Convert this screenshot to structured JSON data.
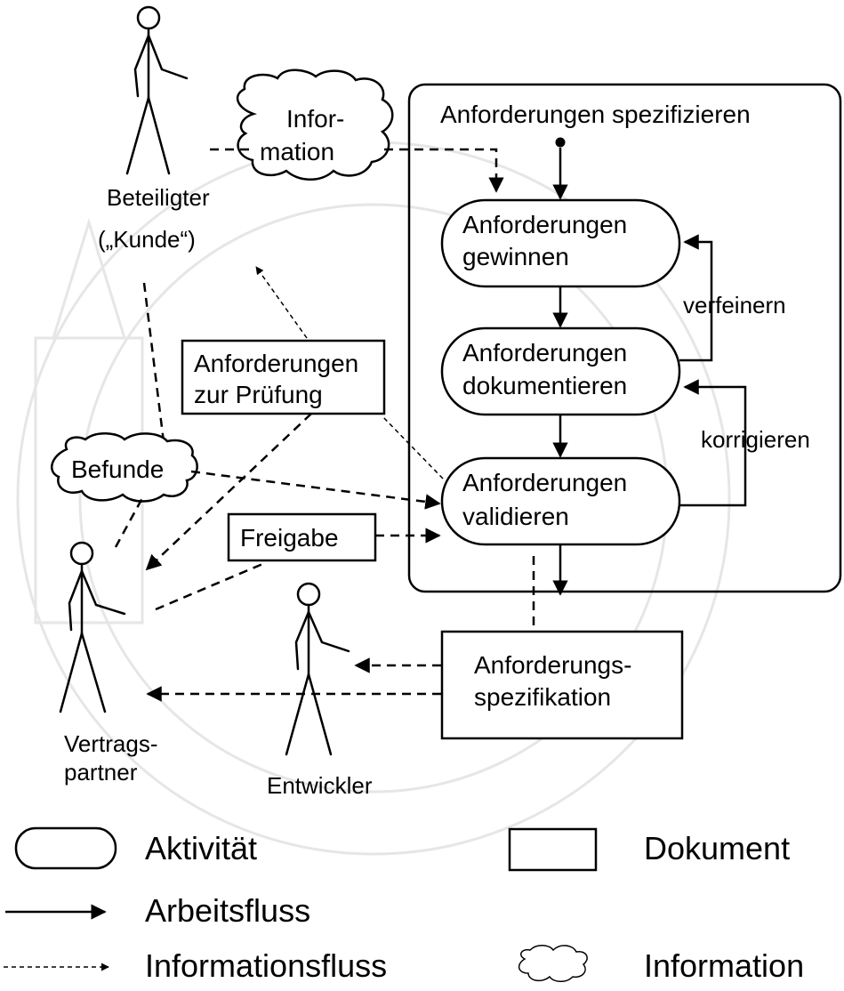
{
  "container": {
    "title": "Anforderungen spezifizieren"
  },
  "activities": {
    "gewinnen": [
      "Anforderungen",
      "gewinnen"
    ],
    "dokumentieren": [
      "Anforderungen",
      "dokumentieren"
    ],
    "validieren": [
      "Anforderungen",
      "validieren"
    ]
  },
  "loops": {
    "verfeinern": "verfeinern",
    "korrigieren": "korrigieren"
  },
  "actors": {
    "beteiligter": [
      "Beteiligter",
      "(„Kunde“)"
    ],
    "vertragspartner": [
      "Vertrags-",
      "partner"
    ],
    "entwickler": "Entwickler"
  },
  "information": {
    "info": [
      "Infor-",
      "mation"
    ],
    "befunde": "Befunde"
  },
  "documents": {
    "pruefung": [
      "Anforderungen",
      "zur Prüfung"
    ],
    "freigabe": "Freigabe",
    "spezifikation": [
      "Anforderungs-",
      "spezifikation"
    ]
  },
  "legend": {
    "aktivitaet": "Aktivität",
    "dokument": "Dokument",
    "arbeitsfluss": "Arbeitsfluss",
    "informationsfluss": "Informationsfluss",
    "information": "Information"
  }
}
